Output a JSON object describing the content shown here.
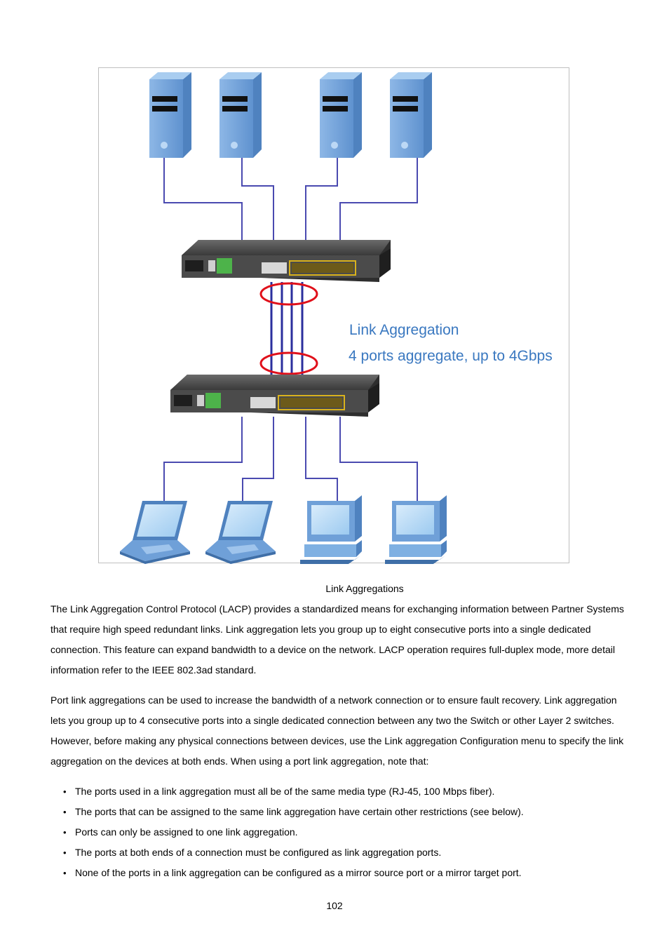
{
  "figure": {
    "label_title": "Link Aggregation",
    "label_subtitle": "4 ports aggregate, up to 4Gbps",
    "caption": "Link Aggregations",
    "colors": {
      "server": "#6fa0d8",
      "link": "#2b2f9e",
      "ring": "#e0101a",
      "label": "#3a78c0"
    }
  },
  "paragraphs": [
    "The Link Aggregation Control Protocol (LACP) provides a standardized means for exchanging information between Partner Systems that require high speed redundant links. Link aggregation lets you group up to eight consecutive ports into a single dedicated connection. This feature can expand bandwidth to a device on the network. LACP operation requires full-duplex mode, more detail information refer to the IEEE 802.3ad standard.",
    "Port link aggregations can be used to increase the bandwidth of a network connection or to ensure fault recovery. Link aggregation lets you group up to 4 consecutive ports into a single dedicated connection between any two the Switch or other Layer 2 switches. However, before making any physical connections between devices, use the Link aggregation Configuration menu to specify the link aggregation on the devices at both ends. When using a port link aggregation, note that:"
  ],
  "bullets": [
    "The ports used in a link aggregation must all be of the same media type (RJ-45, 100 Mbps fiber).",
    "The ports that can be assigned to the same link aggregation have certain other restrictions (see below).",
    "Ports can only be assigned to one link aggregation.",
    "The ports at both ends of a connection must be configured as link aggregation ports.",
    "None of the ports in a link aggregation can be configured as a mirror source port or a mirror target port."
  ],
  "page_number": "102"
}
